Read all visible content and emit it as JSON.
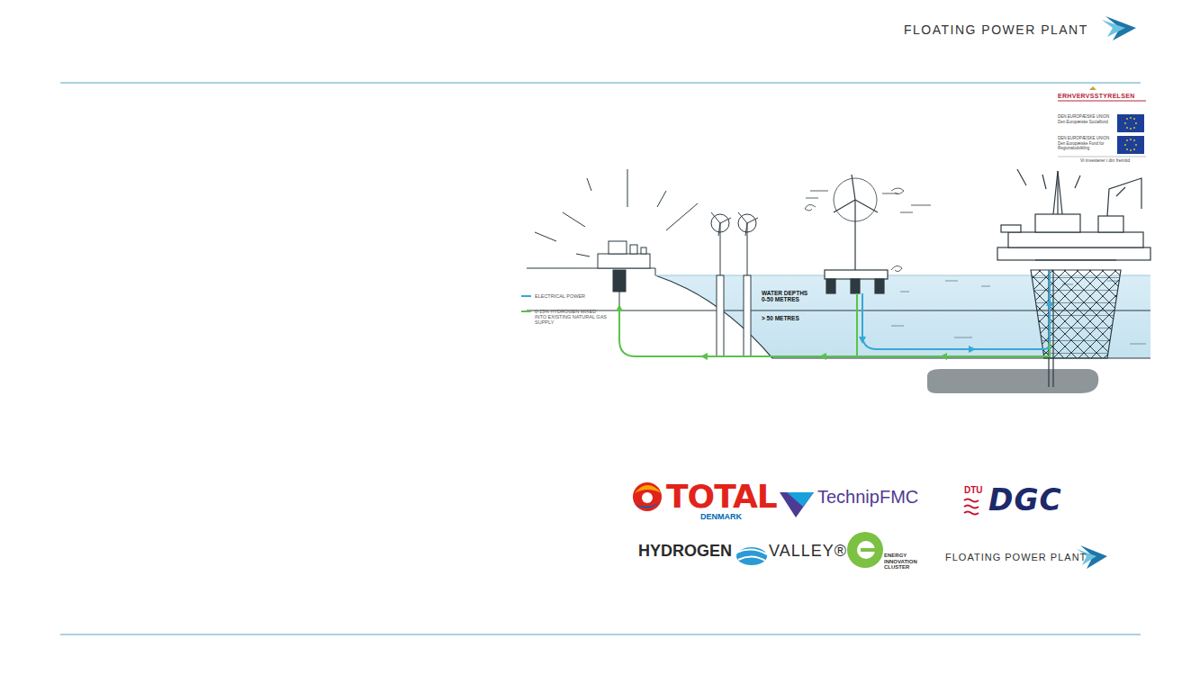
{
  "diagram": {
    "labels": [
      "FLOATING POWER PLANT",
      "ERHVERVSSTYRELSEN",
      "DEN EUROPÆISKE UNION",
      "Den Europæiske Socialfond",
      "DEN EUROPÆISKE UNION",
      "Den Europæiske Fond for Regionaludvikling",
      "Vi investerer i din fremtid",
      "WATER DEPTHS 0-50 METRES",
      "> 50 METRES",
      "TOTAL",
      "DENMARK",
      "TechnipFMC",
      "DTU",
      "DGC",
      "HYDROGEN",
      "VALLEY®",
      "ENERGY INNOVATION CLUSTER",
      "FLOATING POWER PLANT"
    ],
    "legend": [
      {
        "text": "ELECTRICAL POWER"
      },
      {
        "text": "0-15% HYDROGEN MIXED INTO EXISTING NATURAL GAS SUPPLY"
      }
    ]
  }
}
